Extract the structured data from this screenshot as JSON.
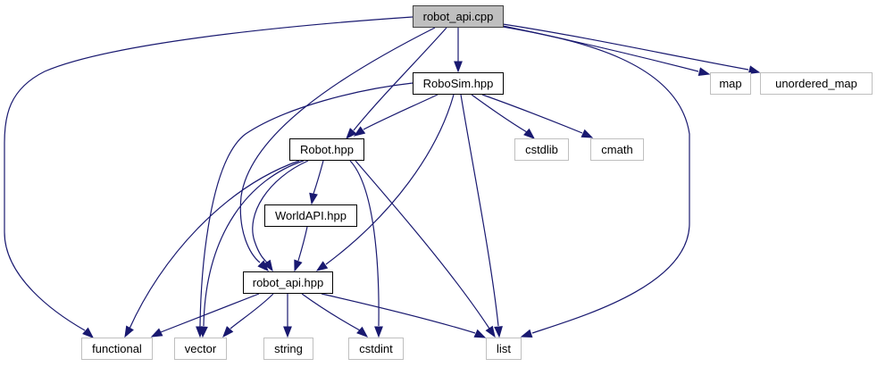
{
  "diagram": {
    "type": "include-dependency-graph",
    "colors": {
      "edge": "#191970",
      "root_fill": "#bfbfbf",
      "root_border": "#404040",
      "internal_border": "#000000",
      "external_border": "#bfbfbf",
      "node_fill": "#ffffff"
    },
    "nodes": [
      {
        "id": "robot_api_cpp",
        "label": "robot_api.cpp",
        "kind": "root"
      },
      {
        "id": "robosim_hpp",
        "label": "RoboSim.hpp",
        "kind": "internal"
      },
      {
        "id": "map",
        "label": "map",
        "kind": "external"
      },
      {
        "id": "unordered_map",
        "label": "unordered_map",
        "kind": "external"
      },
      {
        "id": "robot_hpp",
        "label": "Robot.hpp",
        "kind": "internal"
      },
      {
        "id": "cstdlib",
        "label": "cstdlib",
        "kind": "external"
      },
      {
        "id": "cmath",
        "label": "cmath",
        "kind": "external"
      },
      {
        "id": "worldapi_hpp",
        "label": "WorldAPI.hpp",
        "kind": "internal"
      },
      {
        "id": "robot_api_hpp",
        "label": "robot_api.hpp",
        "kind": "internal"
      },
      {
        "id": "functional",
        "label": "functional",
        "kind": "external"
      },
      {
        "id": "vector",
        "label": "vector",
        "kind": "external"
      },
      {
        "id": "string",
        "label": "string",
        "kind": "external"
      },
      {
        "id": "cstdint",
        "label": "cstdint",
        "kind": "external"
      },
      {
        "id": "list",
        "label": "list",
        "kind": "external"
      }
    ],
    "edges": [
      {
        "from": "robot_api_cpp",
        "to": "robosim_hpp"
      },
      {
        "from": "robot_api_cpp",
        "to": "map"
      },
      {
        "from": "robot_api_cpp",
        "to": "unordered_map"
      },
      {
        "from": "robot_api_cpp",
        "to": "robot_hpp"
      },
      {
        "from": "robot_api_cpp",
        "to": "robot_api_hpp"
      },
      {
        "from": "robot_api_cpp",
        "to": "functional"
      },
      {
        "from": "robot_api_cpp",
        "to": "list"
      },
      {
        "from": "robosim_hpp",
        "to": "robot_hpp"
      },
      {
        "from": "robosim_hpp",
        "to": "cstdlib"
      },
      {
        "from": "robosim_hpp",
        "to": "cmath"
      },
      {
        "from": "robosim_hpp",
        "to": "robot_api_hpp"
      },
      {
        "from": "robosim_hpp",
        "to": "vector"
      },
      {
        "from": "robosim_hpp",
        "to": "list"
      },
      {
        "from": "robot_hpp",
        "to": "worldapi_hpp"
      },
      {
        "from": "robot_hpp",
        "to": "robot_api_hpp"
      },
      {
        "from": "robot_hpp",
        "to": "functional"
      },
      {
        "from": "robot_hpp",
        "to": "vector"
      },
      {
        "from": "robot_hpp",
        "to": "cstdint"
      },
      {
        "from": "robot_hpp",
        "to": "list"
      },
      {
        "from": "worldapi_hpp",
        "to": "robot_api_hpp"
      },
      {
        "from": "robot_api_hpp",
        "to": "functional"
      },
      {
        "from": "robot_api_hpp",
        "to": "vector"
      },
      {
        "from": "robot_api_hpp",
        "to": "string"
      },
      {
        "from": "robot_api_hpp",
        "to": "cstdint"
      },
      {
        "from": "robot_api_hpp",
        "to": "list"
      }
    ]
  }
}
